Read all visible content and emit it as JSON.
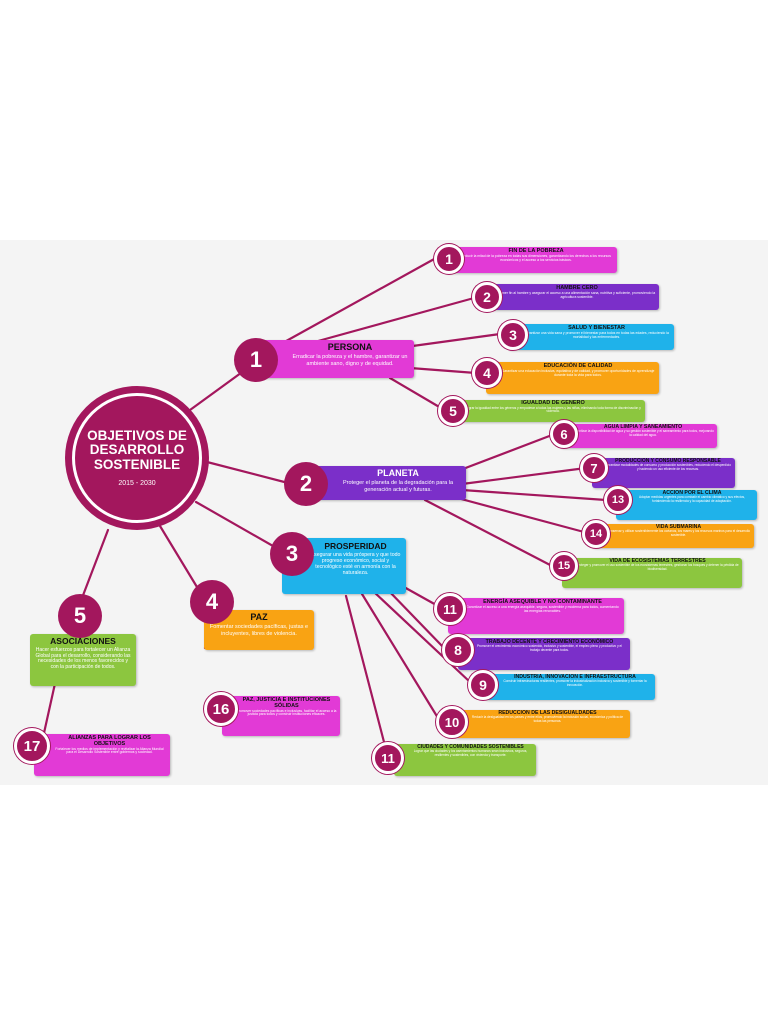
{
  "central": {
    "title_lines": [
      "OBJETIVOS DE",
      "DESARROLLO",
      "SOSTENIBLE"
    ],
    "years": "2015 - 2030"
  },
  "pillars": {
    "persona": {
      "number": "1",
      "title": "PERSONA",
      "text": "Erradicar la pobreza y el hambre, garantizar un ambiente sano, digno y de equidad."
    },
    "planeta": {
      "number": "2",
      "title": "PLANETA",
      "text": "Proteger el planeta de la degradación para la generación actual y futuras."
    },
    "prosperidad": {
      "number": "3",
      "title": "PROSPERIDAD",
      "text": "Asegurar una vida próspera y que todo progreso económico, social y tecnológico esté en armonía con la naturaleza."
    },
    "paz": {
      "number": "4",
      "title": "PAZ",
      "text": "Fomentar sociedades pacíficas, justas e incluyentes, libres de violencia."
    },
    "asociaciones": {
      "number": "5",
      "title": "ASOCIACIONES",
      "text": "Hacer esfuerzos para fortalecer un Alianza Global para el desarrollo, considerando las necesidades de los menos favorecidos y con la participación de todos."
    }
  },
  "goals": [
    {
      "number": "1",
      "title": "FIN DE LA POBREZA",
      "text": "Reducir la mitad de la pobreza en todas sus dimensiones, garantizando los derechos a los recursos económicos y el acceso a los servicios básicos."
    },
    {
      "number": "2",
      "title": "HAMBRE CERO",
      "text": "Poner fin al hambre y asegurar el acceso a una alimentación sana, nutritiva y suficiente, promoviendo la agricultura sostenible."
    },
    {
      "number": "3",
      "title": "SALUD Y BIENESTAR",
      "text": "Garantizar una vida sana y promover el bienestar para todos en todas las edades, reduciendo la mortalidad y las enfermedades."
    },
    {
      "number": "4",
      "title": "EDUCACIÓN DE CALIDAD",
      "text": "Garantizar una educación inclusiva, equitativa y de calidad, y promover oportunidades de aprendizaje durante toda la vida para todos."
    },
    {
      "number": "5",
      "title": "IGUALDAD DE GÉNERO",
      "text": "Lograr la igualdad entre los géneros y empoderar a todas las mujeres y las niñas, eliminando toda forma de discriminación y violencia."
    },
    {
      "number": "6",
      "title": "AGUA LIMPIA Y SANEAMIENTO",
      "text": "Garantizar la disponibilidad de agua y su gestión sostenible y el saneamiento para todos, mejorando la calidad del agua."
    },
    {
      "number": "7",
      "title": "PRODUCCIÓN Y CONSUMO RESPONSABLE",
      "text": "Garantizar modalidades de consumo y producción sostenibles, reduciendo el desperdicio y haciendo un uso eficiente de los recursos."
    },
    {
      "number": "13",
      "title": "ACCIÓN POR EL CLIMA",
      "text": "Adoptar medidas urgentes para combatir el cambio climático y sus efectos, fortaleciendo la resiliencia y la capacidad de adaptación."
    },
    {
      "number": "14",
      "title": "VIDA SUBMARINA",
      "text": "Conservar y utilizar sosteniblemente los océanos, los mares y los recursos marinos para el desarrollo sostenible."
    },
    {
      "number": "15",
      "title": "VIDA DE ECOSISTEMAS TERRESTRES",
      "text": "Proteger y promover el uso sostenible de los ecosistemas terrestres, gestionar los bosques y detener la pérdida de biodiversidad."
    },
    {
      "number": "11",
      "title": "ENERGÍA ASEQUIBLE Y NO CONTAMINANTE",
      "text": "Garantizar el acceso a una energía asequible, segura, sostenible y moderna para todos, aumentando las energías renovables."
    },
    {
      "number": "8",
      "title": "TRABAJO DECENTE Y CRECIMIENTO ECONÓMICO",
      "text": "Promover el crecimiento económico sostenido, inclusivo y sostenible, el empleo pleno y productivo y el trabajo decente para todos."
    },
    {
      "number": "9",
      "title": "INDUSTRIA, INNOVACIÓN E INFRAESTRUCTURA",
      "text": "Construir infraestructuras resilientes, promover la industrialización inclusiva y sostenible y fomentar la innovación."
    },
    {
      "number": "10",
      "title": "REDUCCIÓN DE LAS DESIGUALDADES",
      "text": "Reducir la desigualdad en los países y entre ellos, promoviendo la inclusión social, económica y política de todas las personas."
    },
    {
      "number": "11",
      "title": "CIUDADES Y COMUNIDADES SOSTENIBLES",
      "text": "Lograr que las ciudades y los asentamientos humanos sean inclusivos, seguros, resilientes y sostenibles, con vivienda y transporte."
    },
    {
      "number": "16",
      "title": "PAZ, JUSTICIA E INSTITUCIONES SÓLIDAS",
      "text": "Promover sociedades pacíficas e inclusivas, facilitar el acceso a la justicia para todos y construir instituciones eficaces."
    },
    {
      "number": "17",
      "title": "ALIANZAS PARA LOGRAR LOS OBJETIVOS",
      "text": "Fortalecer los medios de implementación y revitalizar la Alianza Mundial para el Desarrollo Sostenible entre gobiernos y sociedad."
    }
  ],
  "colors": {
    "primary": "#a3175d",
    "pink": "#e23ad6",
    "purple": "#7b2fc9",
    "blue": "#1fb2ea",
    "orange": "#f9a313",
    "green": "#8cc63f"
  }
}
